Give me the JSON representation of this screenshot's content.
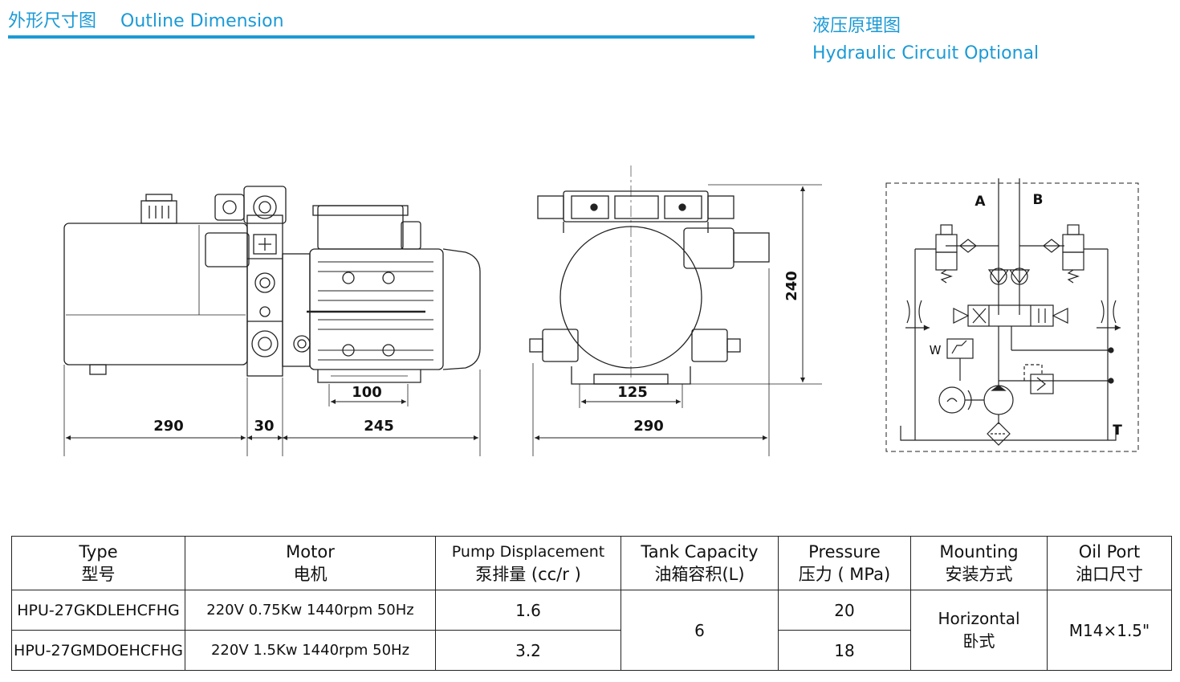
{
  "header": {
    "left_cn": "外形尺寸图",
    "left_en": "Outline Dimension",
    "right_cn": "液压原理图",
    "right_en": "Hydraulic Circuit Optional"
  },
  "drawing": {
    "dims": {
      "side_tank": "290",
      "side_block": "30",
      "side_motor": "245",
      "side_foot": "100",
      "front_width": "290",
      "front_foot": "125",
      "front_height": "240"
    },
    "circuit_ports": {
      "a": "A",
      "b": "B",
      "t": "T",
      "w": "W"
    }
  },
  "table": {
    "headers": [
      {
        "en": "Type",
        "cn": "型号"
      },
      {
        "en": "Motor",
        "cn": "电机"
      },
      {
        "en": "Pump Displacement",
        "cn": "泵排量 (cc/r )"
      },
      {
        "en": "Tank Capacity",
        "cn": "油箱容积(L)"
      },
      {
        "en": "Pressure",
        "cn": "压力 ( MPa)"
      },
      {
        "en": "Mounting",
        "cn": "安装方式"
      },
      {
        "en": "Oil Port",
        "cn": "油口尺寸"
      }
    ],
    "rows": [
      {
        "type": "HPU-27GKDLEHCFHG",
        "motor": "220V 0.75Kw 1440rpm 50Hz",
        "displacement": "1.6",
        "pressure": "20"
      },
      {
        "type": "HPU-27GMDOEHCFHG",
        "motor": "220V 1.5Kw 1440rpm 50Hz",
        "displacement": "3.2",
        "pressure": "18"
      }
    ],
    "tank_capacity": "6",
    "mounting_en": "Horizontal",
    "mounting_cn": "卧式",
    "oil_port": "M14×1.5\""
  }
}
